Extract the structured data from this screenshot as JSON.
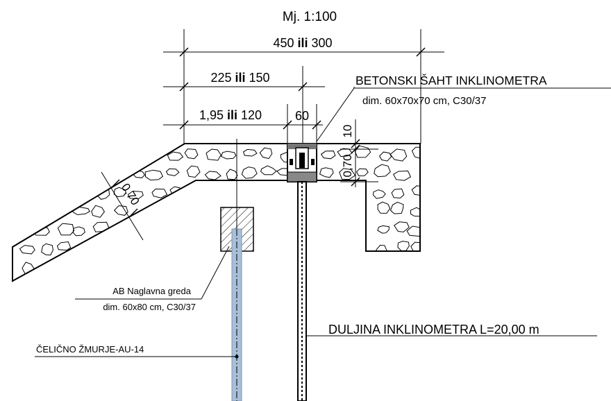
{
  "scale": "Mj. 1:100",
  "dimensions": {
    "total": {
      "pre": "450 ",
      "bold": "ili",
      "post": " 300"
    },
    "middle": {
      "pre": "225 ",
      "bold": "ili",
      "post": " 150"
    },
    "left": {
      "pre": "1,95 ",
      "bold": "ili",
      "post": " 120"
    },
    "shaft_width": "60",
    "shaft_top": "10",
    "shaft_depth": "0,70",
    "slope_thickness": "0,70"
  },
  "labels": {
    "shaft_title": "BETONSKI ŠAHT INKLINOMETRA",
    "shaft_dims": "dim. 60x70x70 cm, C30/37",
    "beam_title": "AB Naglavna greda",
    "beam_dims": "dim. 60x80 cm, C30/37",
    "anchor": "ČELIČNO ŽMURJE-AU-14",
    "inclinometer": "DULJINA INKLINOMETRA L=20,00 m"
  }
}
